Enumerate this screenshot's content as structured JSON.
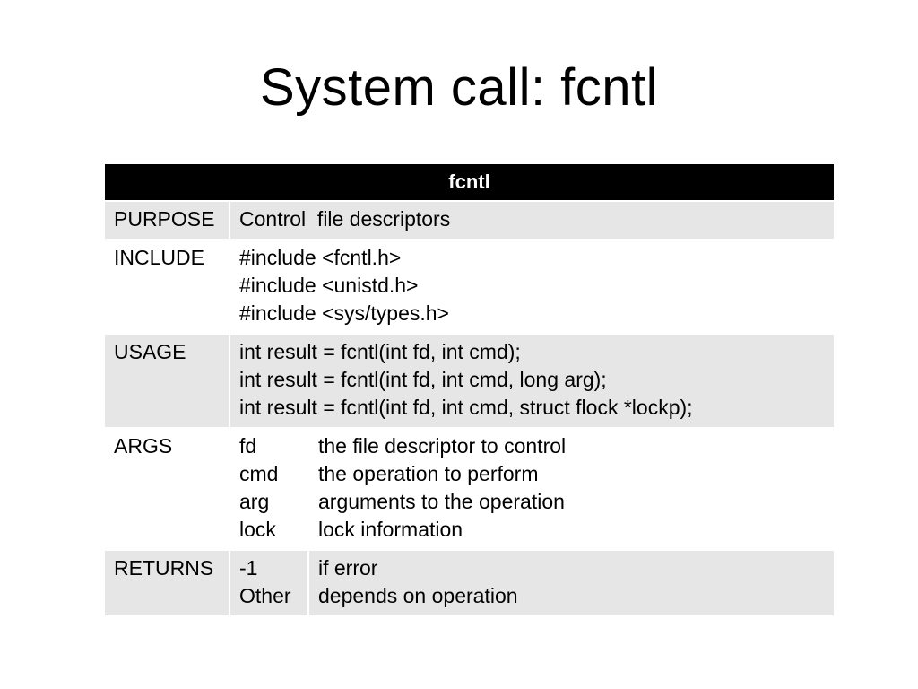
{
  "slide": {
    "title": "System call: fcntl"
  },
  "table": {
    "header": "fcntl",
    "purpose": {
      "label": "PURPOSE",
      "text": "Control  file descriptors"
    },
    "include": {
      "label": "INCLUDE",
      "lines": [
        "#include <fcntl.h>",
        "#include <unistd.h>",
        "#include <sys/types.h>"
      ]
    },
    "usage": {
      "label": "USAGE",
      "lines": [
        "int result = fcntl(int fd, int cmd);",
        "int result = fcntl(int fd, int cmd, long arg);",
        "int result = fcntl(int fd, int cmd, struct flock *lockp);"
      ]
    },
    "args": {
      "label": "ARGS",
      "items": [
        {
          "name": "fd",
          "desc": "the file descriptor to control"
        },
        {
          "name": "cmd",
          "desc": "the operation to perform"
        },
        {
          "name": "arg",
          "desc": "arguments to the operation"
        },
        {
          "name": "lock",
          "desc": "lock information"
        }
      ]
    },
    "returns": {
      "label": "RETURNS",
      "values": [
        "-1",
        "Other"
      ],
      "descs": [
        "if error",
        "depends on operation"
      ]
    }
  }
}
